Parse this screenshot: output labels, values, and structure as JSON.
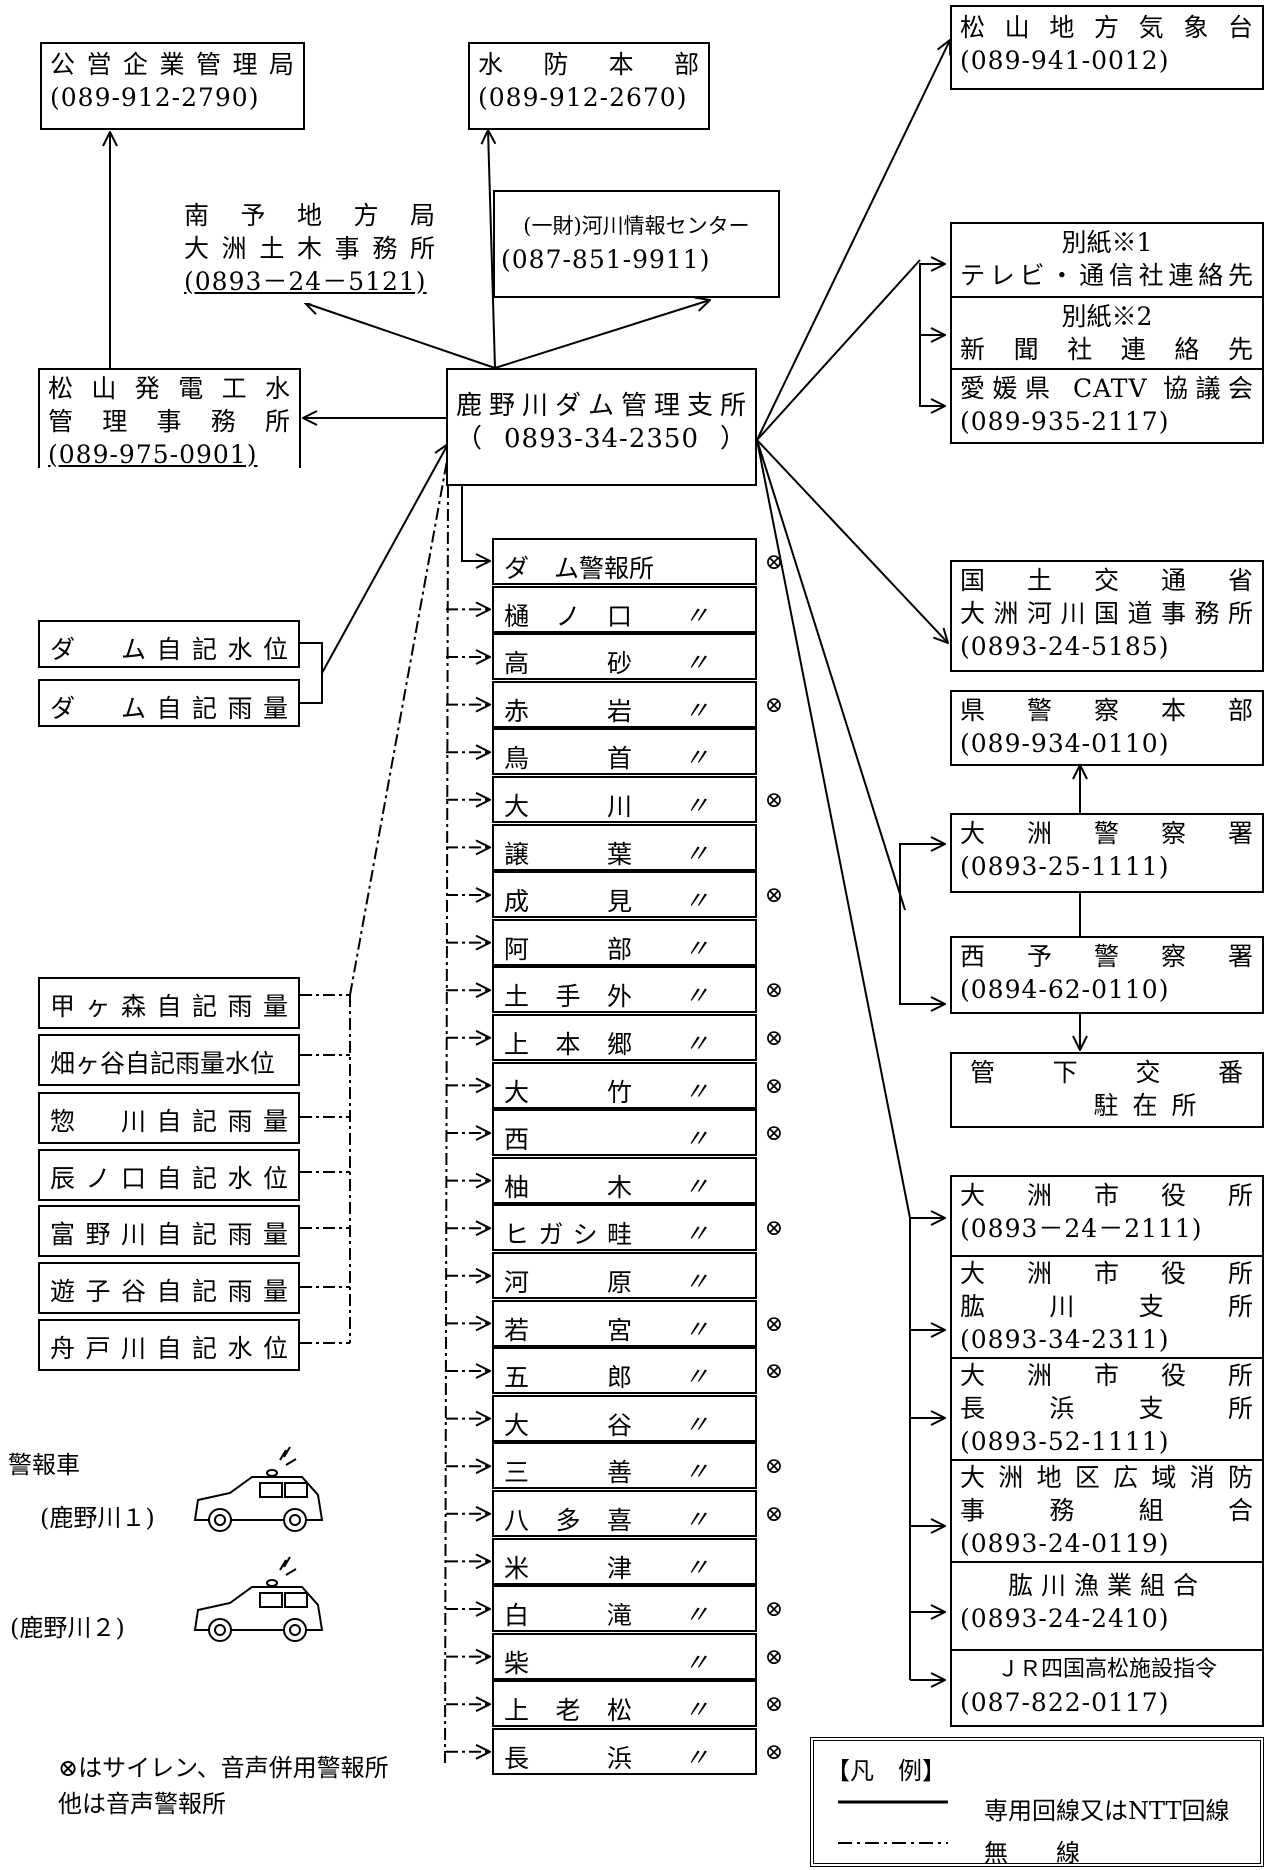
{
  "center": {
    "name": "鹿野川ダム管理支所",
    "phone": "（0893-34-2350）"
  },
  "top_boxes": {
    "koei": {
      "line1": "公営企業管理局",
      "line2": "(089-912-2790)"
    },
    "suibo": {
      "line1": "水　防　本　部",
      "line2": "(089-912-2670)"
    },
    "nanyo": {
      "line1": "南　予　地　方　局",
      "line2": "大洲土木事務所",
      "line3": "(0893－24－5121)"
    },
    "kasen": {
      "line1": "(一財)河川情報センター",
      "line2": "(087-851-9911)"
    },
    "matsuyama_hatsuden": {
      "line1": "松山発電工水",
      "line2": "管理事務所",
      "line3": "(089-975-0901)"
    }
  },
  "right_boxes": {
    "kishodai": {
      "line1": "松山地方気象台",
      "line2": "(089-941-0012)"
    },
    "media": [
      {
        "line1": "別紙※1",
        "line2": "テレビ・通信社連絡先"
      },
      {
        "line1": "別紙※2",
        "line2": "新聞社連絡先"
      },
      {
        "line1": "愛媛県 CATV 協議会",
        "line2": "(089-935-2117)"
      }
    ],
    "kokudo": {
      "line1": "国土交通省",
      "line2": "大洲河川国道事務所",
      "line3": "(0893-24-5185)"
    },
    "police": [
      {
        "line1": "県警察本部",
        "line2": "(089-934-0110)"
      },
      {
        "line1": "大洲警察署",
        "line2": "(0893-25-1111)"
      },
      {
        "line1": "西予警察署",
        "line2": "(0894-62-0110)"
      },
      {
        "line1": "管下交番",
        "line2": "駐在所"
      }
    ],
    "city": [
      {
        "lines": [
          "大洲市役所",
          "(0893－24－2111)"
        ]
      },
      {
        "lines": [
          "大洲市役所",
          "肱川支所",
          "(0893-34-2311)"
        ]
      },
      {
        "lines": [
          "大洲市役所",
          "長浜支所",
          "(0893-52-1111)"
        ]
      },
      {
        "lines": [
          "大洲地区広域消防",
          "事務組合",
          "(0893-24-0119)"
        ]
      },
      {
        "lines": [
          "肱川漁業組合",
          "(0893-24-2410)"
        ]
      },
      {
        "lines": [
          "ＪＲ四国高松施設指令",
          "(087-822-0117)"
        ]
      }
    ]
  },
  "dam_recorders": [
    {
      "label": "ダ　ム自記水位"
    },
    {
      "label": "ダ　ム自記雨量"
    }
  ],
  "left_stations": [
    {
      "label": "甲ヶ森自記雨量"
    },
    {
      "label": "畑ヶ谷自記雨量水位"
    },
    {
      "label": "惣　川自記雨量"
    },
    {
      "label": "辰ノ口自記水位"
    },
    {
      "label": "富野川自記雨量"
    },
    {
      "label": "遊子谷自記雨量"
    },
    {
      "label": "舟戸川自記水位"
    }
  ],
  "warning_stations": [
    {
      "name": "ダ　ム警報所",
      "ditto": "",
      "siren": true
    },
    {
      "name": "樋ノ口",
      "ditto": "〃",
      "siren": false
    },
    {
      "name": "高砂",
      "ditto": "〃",
      "siren": false
    },
    {
      "name": "赤岩",
      "ditto": "〃",
      "siren": true
    },
    {
      "name": "鳥首",
      "ditto": "〃",
      "siren": false
    },
    {
      "name": "大川",
      "ditto": "〃",
      "siren": true
    },
    {
      "name": "譲葉",
      "ditto": "〃",
      "siren": false
    },
    {
      "name": "成見",
      "ditto": "〃",
      "siren": true
    },
    {
      "name": "阿部",
      "ditto": "〃",
      "siren": false
    },
    {
      "name": "土手外",
      "ditto": "〃",
      "siren": true
    },
    {
      "name": "上本郷",
      "ditto": "〃",
      "siren": true
    },
    {
      "name": "大竹",
      "ditto": "〃",
      "siren": true
    },
    {
      "name": "西",
      "ditto": "〃",
      "siren": true
    },
    {
      "name": "柚木",
      "ditto": "〃",
      "siren": false
    },
    {
      "name": "ヒガシ畦",
      "ditto": "〃",
      "siren": true
    },
    {
      "name": "河原",
      "ditto": "〃",
      "siren": false
    },
    {
      "name": "若宮",
      "ditto": "〃",
      "siren": true
    },
    {
      "name": "五郎",
      "ditto": "〃",
      "siren": true
    },
    {
      "name": "大谷",
      "ditto": "〃",
      "siren": false
    },
    {
      "name": "三善",
      "ditto": "〃",
      "siren": true
    },
    {
      "name": "八多喜",
      "ditto": "〃",
      "siren": true
    },
    {
      "name": "米津",
      "ditto": "〃",
      "siren": false
    },
    {
      "name": "白滝",
      "ditto": "〃",
      "siren": true
    },
    {
      "name": "柴",
      "ditto": "〃",
      "siren": true
    },
    {
      "name": "上老松",
      "ditto": "〃",
      "siren": true
    },
    {
      "name": "長浜",
      "ditto": "〃",
      "siren": true
    }
  ],
  "siren_symbol": "⊗",
  "vehicles": {
    "title": "警報車",
    "car1": "(鹿野川１)",
    "car2": "(鹿野川２)"
  },
  "notes": {
    "line1": "⊗はサイレン、音声併用警報所",
    "line2": "他は音声警報所"
  },
  "legend": {
    "title": "【凡　例】",
    "solid": "専用回線又はNTT回線",
    "dashdot": "無　　線"
  }
}
